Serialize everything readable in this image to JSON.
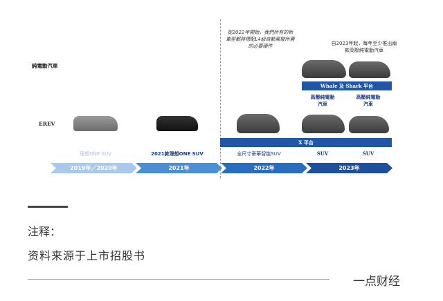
{
  "figure": {
    "row_labels": {
      "bev": "純電動汽車",
      "erev": "EREV"
    },
    "note_2022": "從2022年開始，我們所有的新車型都將標配L4級自動駕駛所需的必要硬件",
    "note_2023": "自2023年起，每年至少推出兩款高壓純電動汽車",
    "whale_shark_platform": "Whale 及 Shark 平台",
    "x_platform": "X 平台",
    "bev_labels": [
      "高壓純電動汽車",
      "高壓純電動汽車"
    ],
    "erev_labels": [
      "理想ONE SUV",
      "2021款理想ONE SUV",
      "全尺寸豪華智能SUV",
      "SUV",
      "SUV"
    ],
    "timeline": [
      "2019年／2020年",
      "2021年",
      "2022年",
      "2023年"
    ],
    "colors": {
      "t1": "#a9c9ea",
      "t2": "#4d8fd4",
      "t3": "#2a6cc0",
      "t4": "#1d4f9c"
    }
  },
  "caption": {
    "title": "注释：",
    "source": "资料来源于上市招股书",
    "brand": "一点财经"
  }
}
